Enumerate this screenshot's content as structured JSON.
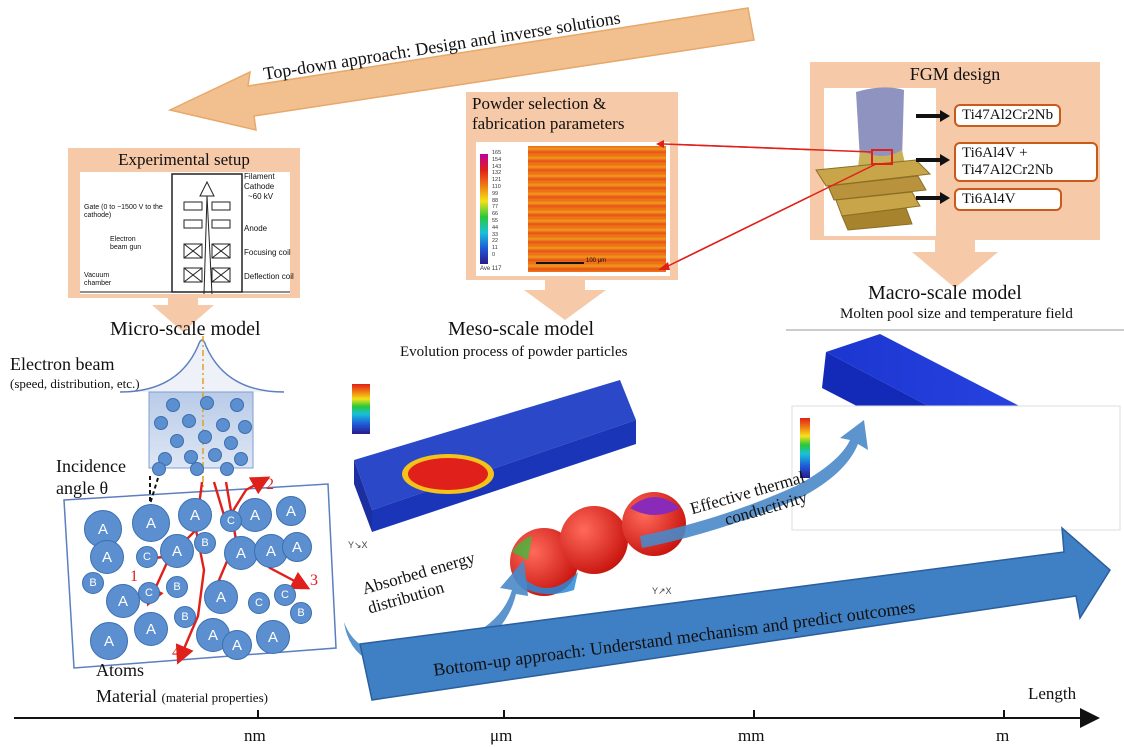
{
  "top_arrow": {
    "label": "Top-down approach: Design and inverse solutions"
  },
  "bottom_arrow": {
    "label": "Bottom-up approach: Understand mechanism and predict outcomes"
  },
  "panels": {
    "experimental": {
      "title": "Experimental setup",
      "labels": {
        "filament": "Filament",
        "cathode": "Cathode",
        "voltage": "~60 kV",
        "gate": "Gate (0 to −1500 V to the cathode)",
        "anode": "Anode",
        "gun": "Electron beam gun",
        "focusing": "Focusing coil",
        "deflection": "Deflection coil",
        "vacuum": "Vacuum chamber"
      }
    },
    "powder": {
      "title_line1": "Powder selection &",
      "title_line2": "fabrication parameters",
      "scale_bar": "100 μm",
      "legend_values": [
        "165",
        "154",
        "143",
        "132",
        "121",
        "110",
        "99",
        "88",
        "77",
        "66",
        "55",
        "44",
        "33",
        "22",
        "11",
        "0"
      ],
      "avg_label": "Ave 117"
    },
    "fgm": {
      "title": "FGM design",
      "materials": [
        "Ti47Al2Cr2Nb",
        "Ti6Al4V + Ti47Al2Cr2Nb",
        "Ti6Al4V"
      ]
    }
  },
  "models": {
    "micro": {
      "title": "Micro-scale model"
    },
    "meso": {
      "title": "Meso-scale model",
      "subtitle": "Evolution process of powder particles"
    },
    "macro": {
      "title": "Macro-scale model",
      "subtitle": "Molten pool size and temperature field"
    }
  },
  "electron_beam": {
    "title": "Electron beam",
    "note": "(speed, distribution, etc.)"
  },
  "incidence": {
    "line1": "Incidence",
    "line2": "angle θ"
  },
  "atoms_label": "Atoms",
  "material": {
    "main": "Material",
    "note": "(material properties)"
  },
  "atoms": {
    "large": "A",
    "medium": "B",
    "small": "C",
    "path_numbers": [
      "1",
      "2",
      "3",
      "4"
    ]
  },
  "flow_labels": {
    "absorbed_line1": "Absorbed energy",
    "absorbed_line2": "distribution",
    "thermal_line1": "Effective thermal",
    "thermal_line2": "conductivity"
  },
  "length_axis": {
    "label": "Length",
    "ticks": [
      "nm",
      "μm",
      "mm",
      "m"
    ]
  },
  "colors": {
    "panel_bg": "#f6c9a8",
    "top_arrow": "#f2c08e",
    "bottom_arrow": "#3f7fc3",
    "atom_fill": "#5b8fd0",
    "path_red": "#e0201a",
    "tag_border": "#c85a1a"
  }
}
